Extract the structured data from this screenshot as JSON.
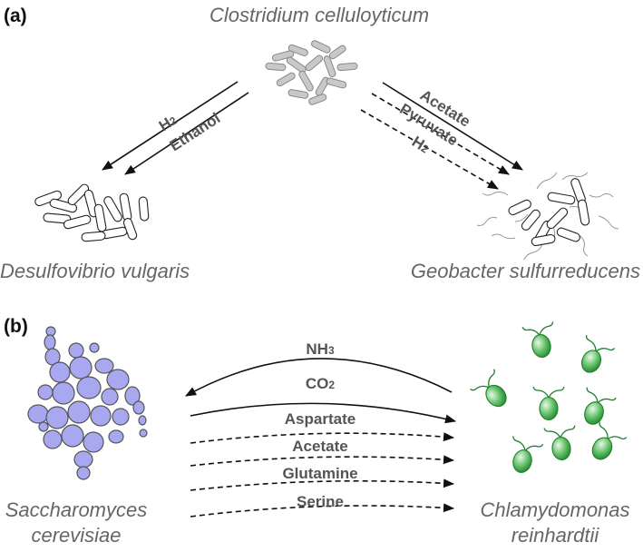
{
  "panels": [
    {
      "label": "(a)",
      "organisms": {
        "top": "Clostridium celluloyticum",
        "left": "Desulfovibrio vulgaris",
        "right": "Geobacter sulfurreducens"
      },
      "left_flux": [
        {
          "main": "H",
          "sub": "2"
        },
        {
          "main": "Ethanol",
          "sub": ""
        }
      ],
      "right_flux": [
        {
          "main": "Acetate",
          "sub": ""
        },
        {
          "main": "Pyruvate",
          "sub": ""
        },
        {
          "main": "H",
          "sub": "2"
        }
      ]
    },
    {
      "label": "(b)",
      "organisms": {
        "left_line1": "Saccharomyces",
        "left_line2": "cerevisiae",
        "right_line1": "Chlamydomonas",
        "right_line2": "reinhardtii"
      },
      "flux": [
        {
          "main": "NH",
          "sub": "3",
          "direction": "to-left",
          "style": "solid"
        },
        {
          "main": "CO",
          "sub": "2",
          "direction": "to-right",
          "style": "solid"
        },
        {
          "main": "Aspartate",
          "sub": "",
          "direction": "to-right",
          "style": "dashed"
        },
        {
          "main": "Acetate",
          "sub": "",
          "direction": "to-right",
          "style": "dashed"
        },
        {
          "main": "Glutamine",
          "sub": "",
          "direction": "to-right",
          "style": "dashed"
        },
        {
          "main": "Serine",
          "sub": "",
          "direction": "to-right",
          "style": "dashed"
        }
      ]
    }
  ],
  "colors": {
    "clostridium": "#c8c8c8",
    "yeast": "#a8a8f0",
    "algae": "#2e9a3a",
    "label_text": "#666666",
    "arrow": "#111111"
  }
}
